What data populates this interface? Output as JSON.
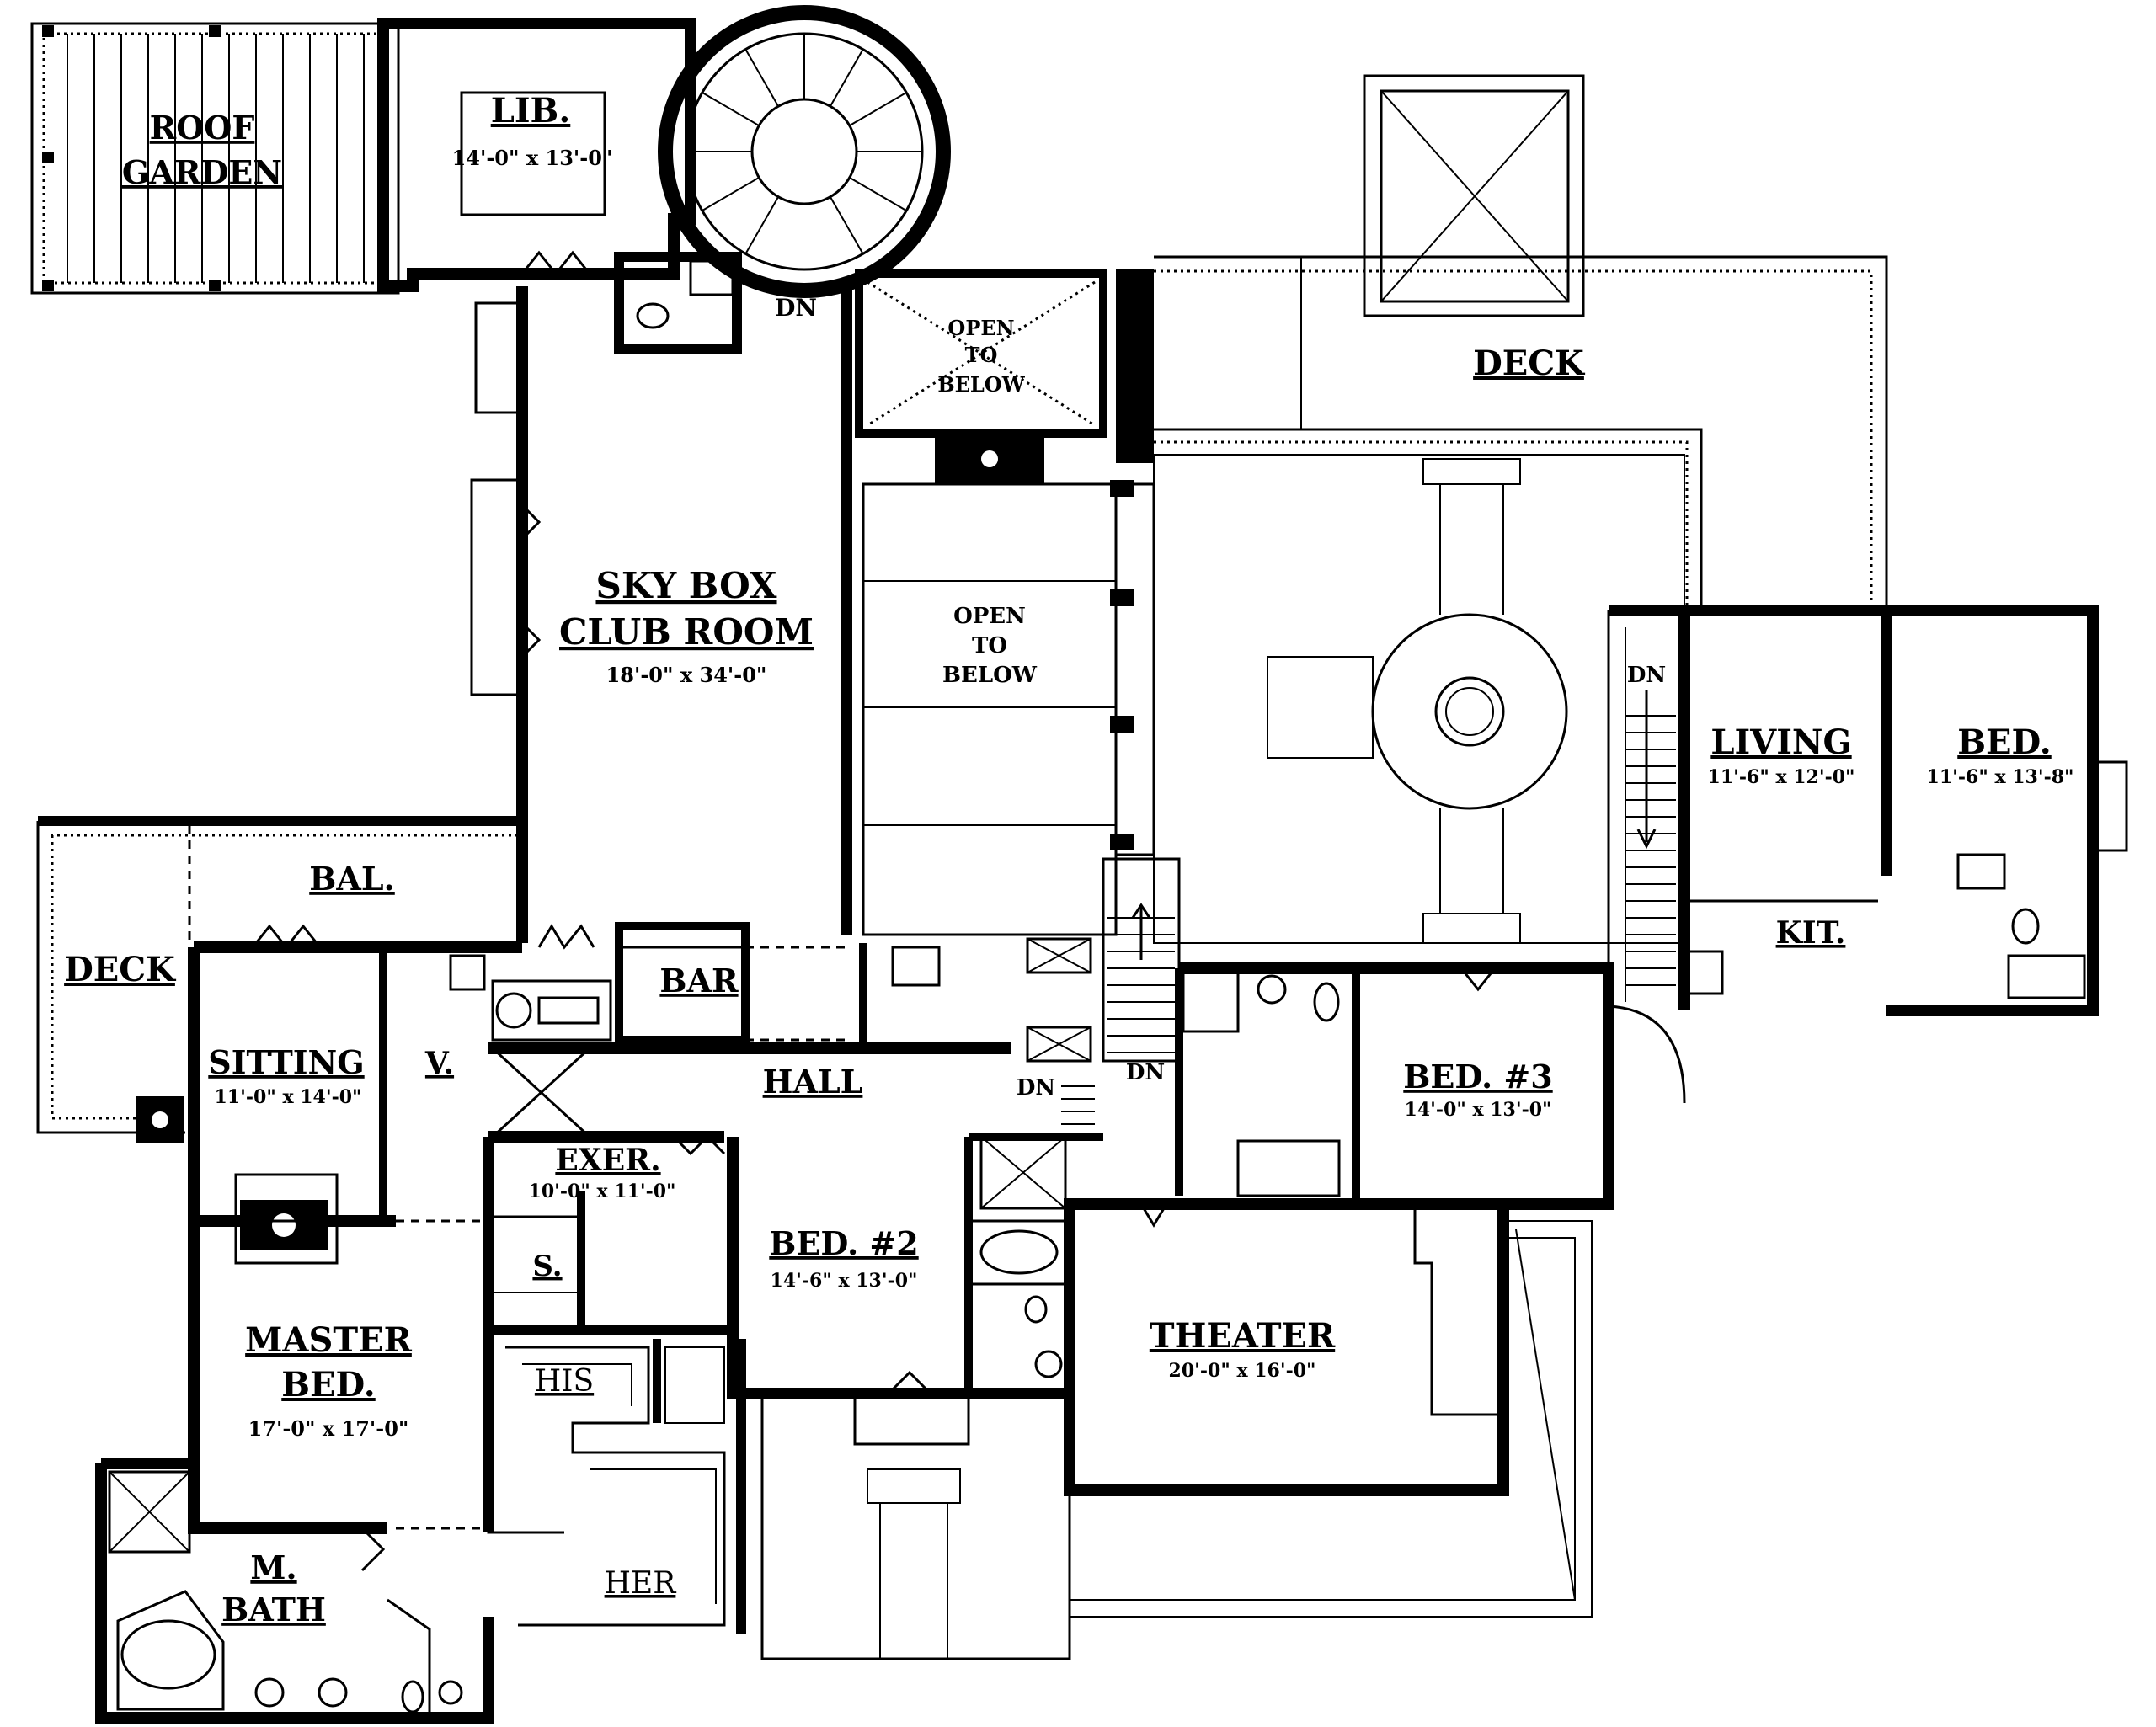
{
  "rooms": {
    "roof_garden": {
      "line1": "ROOF",
      "line2": "GARDEN"
    },
    "library": {
      "name": "LIB.",
      "dims": "14'-0\" x 13'-0\""
    },
    "sky_box": {
      "line1": "SKY BOX",
      "line2": "CLUB ROOM",
      "dims": "18'-0\" x 34'-0\""
    },
    "open_below_top": {
      "line1": "OPEN",
      "line2": "TO",
      "line3": "BELOW"
    },
    "open_below_mid": {
      "line1": "OPEN",
      "line2": "TO",
      "line3": "BELOW"
    },
    "deck_top": {
      "name": "DECK"
    },
    "living": {
      "name": "LIVING",
      "dims": "11'-6\" x 12'-0\""
    },
    "bed_right": {
      "name": "BED.",
      "dims": "11'-6\" x 13'-8\""
    },
    "kitchen": {
      "name": "KIT."
    },
    "balcony": {
      "name": "BAL."
    },
    "deck_left": {
      "name": "DECK"
    },
    "bar": {
      "name": "BAR"
    },
    "sitting": {
      "name": "SITTING",
      "dims": "11'-0\" x 14'-0\""
    },
    "vestibule": {
      "name": "V."
    },
    "hall": {
      "name": "HALL"
    },
    "exercise": {
      "name": "EXER.",
      "dims": "10'-0\" x 11'-0\""
    },
    "storage": {
      "name": "S."
    },
    "bed2": {
      "name": "BED. #2",
      "dims": "14'-6\" x 13'-0\""
    },
    "bed3": {
      "name": "BED. #3",
      "dims": "14'-0\" x 13'-0\""
    },
    "theater": {
      "name": "THEATER",
      "dims": "20'-0\" x 16'-0\""
    },
    "master": {
      "line1": "MASTER",
      "line2": "BED.",
      "dims": "17'-0\" x 17'-0\""
    },
    "his": {
      "name": "HIS"
    },
    "her": {
      "name": "HER"
    },
    "mbath": {
      "line1": "M.",
      "line2": "BATH"
    }
  },
  "stairs": {
    "dn_spiral": "DN",
    "dn_right": "DN",
    "dn_hall_a": "DN",
    "dn_hall_b": "DN"
  }
}
